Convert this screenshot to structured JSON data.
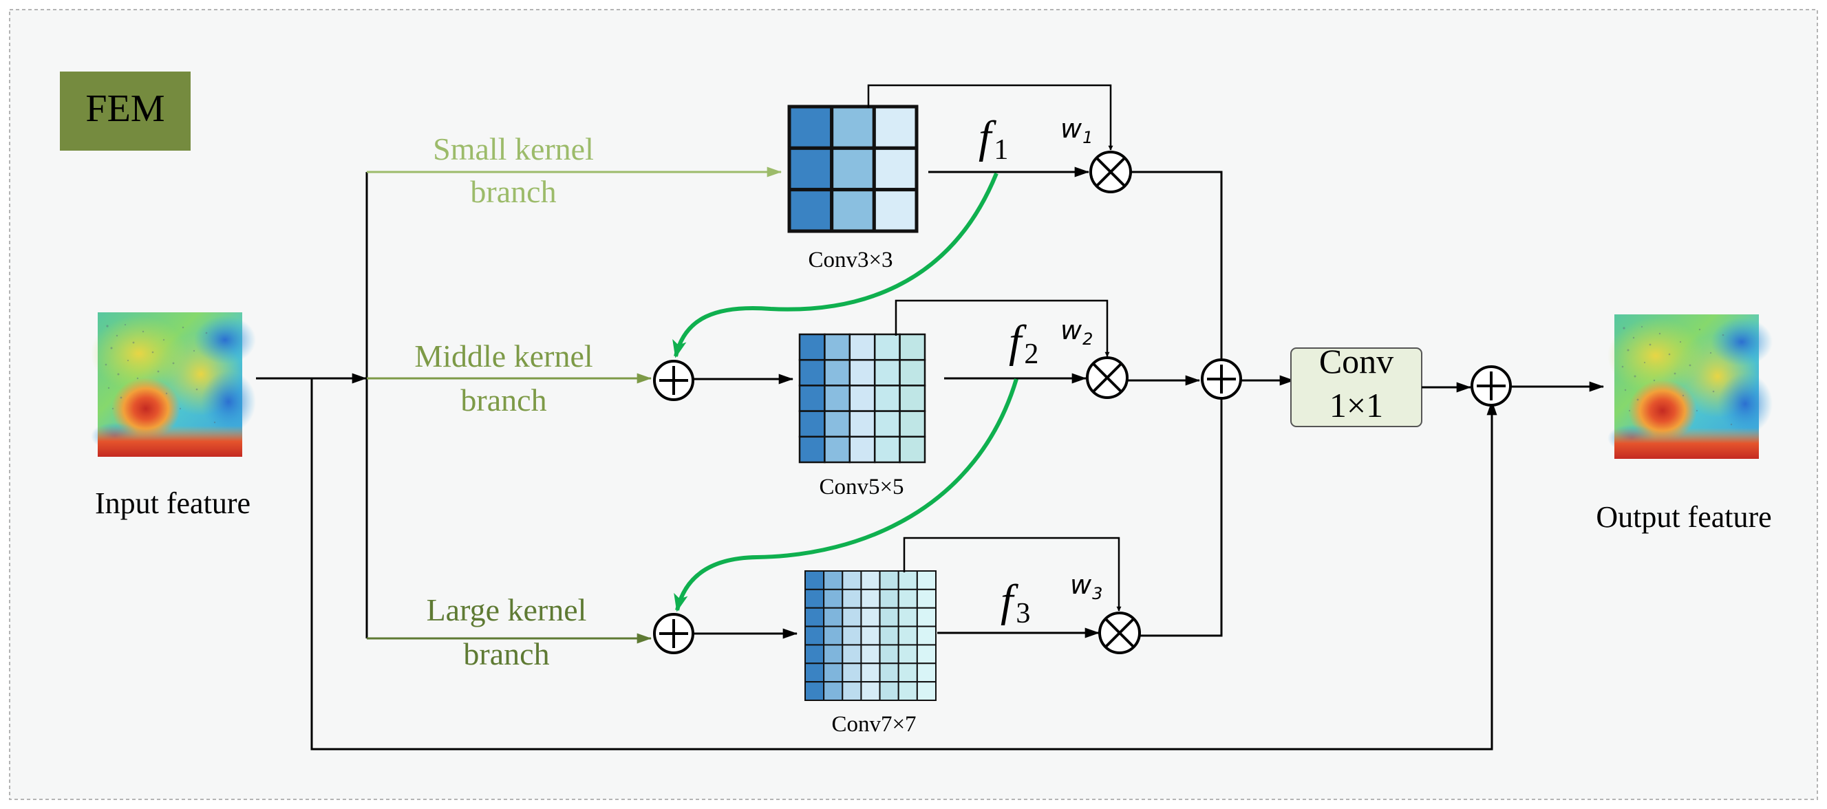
{
  "title": "FEM",
  "colors": {
    "background": "#f6f7f7",
    "border": "#b4b4b4",
    "fem_badge": "#758b3f",
    "small_branch": "#9cbb6a",
    "middle_branch": "#7d9a47",
    "large_branch": "#5e7a33",
    "green_arrow": "#0fb04f",
    "conv1x1_fill": "#e9f0dd",
    "line": "#000000"
  },
  "labels": {
    "input": "Input feature",
    "output": "Output feature",
    "small_branch": [
      "Small kernel",
      "branch"
    ],
    "middle_branch": [
      "Middle kernel",
      "branch"
    ],
    "large_branch": [
      "Large kernel",
      "branch"
    ],
    "conv3": "Conv3×3",
    "conv5": "Conv5×5",
    "conv7": "Conv7×7",
    "conv1": [
      "Conv",
      "1×1"
    ]
  },
  "features": [
    {
      "f": "f",
      "sub": "1"
    },
    {
      "f": "f",
      "sub": "2"
    },
    {
      "f": "f",
      "sub": "3"
    }
  ],
  "weights": [
    {
      "w": "w",
      "sub": "1"
    },
    {
      "w": "w",
      "sub": "2"
    },
    {
      "w": "w",
      "sub": "3"
    }
  ],
  "kernels": {
    "conv3": {
      "rows": 3,
      "cols": 3,
      "col_colors": [
        "#3a83c3",
        "#8abfe0",
        "#d8ecf8"
      ]
    },
    "conv5": {
      "rows": 5,
      "cols": 5,
      "col_colors": [
        "#3a83c3",
        "#89bde0",
        "#cfe6f5",
        "#c3e8ee",
        "#bfe6e6"
      ]
    },
    "conv7": {
      "rows": 7,
      "cols": 7,
      "col_colors": [
        "#3a83c3",
        "#7fb5dc",
        "#bcdcef",
        "#d6ecf6",
        "#bde3ea",
        "#c9ecef",
        "#d9f5f7"
      ]
    }
  },
  "heatmap_colors": [
    "#2c7bd1",
    "#35a7e2",
    "#4fd2c8",
    "#7ad97a",
    "#b9dd4f",
    "#e8d545",
    "#f2a13a",
    "#e5542c",
    "#c42a22"
  ]
}
